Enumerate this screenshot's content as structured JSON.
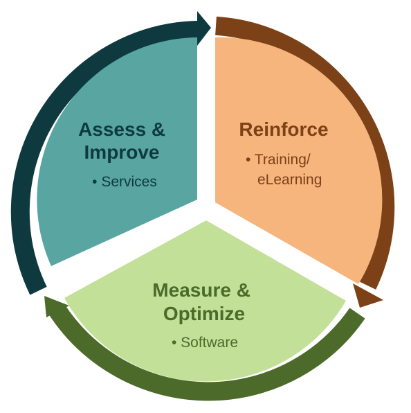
{
  "segments": [
    {
      "id": "assess",
      "title_lines": [
        "Assess &",
        "Improve"
      ],
      "bullet_lines": [
        "• Services"
      ],
      "fill": "#58a5a2",
      "arrow": "#0e3a3f",
      "text_color": "#0e3a3f"
    },
    {
      "id": "reinforce",
      "title_lines": [
        "Reinforce"
      ],
      "bullet_lines": [
        "• Training/",
        "eLearning"
      ],
      "fill": "#f6b57d",
      "arrow": "#7d4117",
      "text_color": "#7d4117"
    },
    {
      "id": "measure",
      "title_lines": [
        "Measure &",
        "Optimize"
      ],
      "bullet_lines": [
        "• Software"
      ],
      "fill": "#c3e098",
      "arrow": "#4c6a2a",
      "text_color": "#4c6a2a"
    }
  ]
}
